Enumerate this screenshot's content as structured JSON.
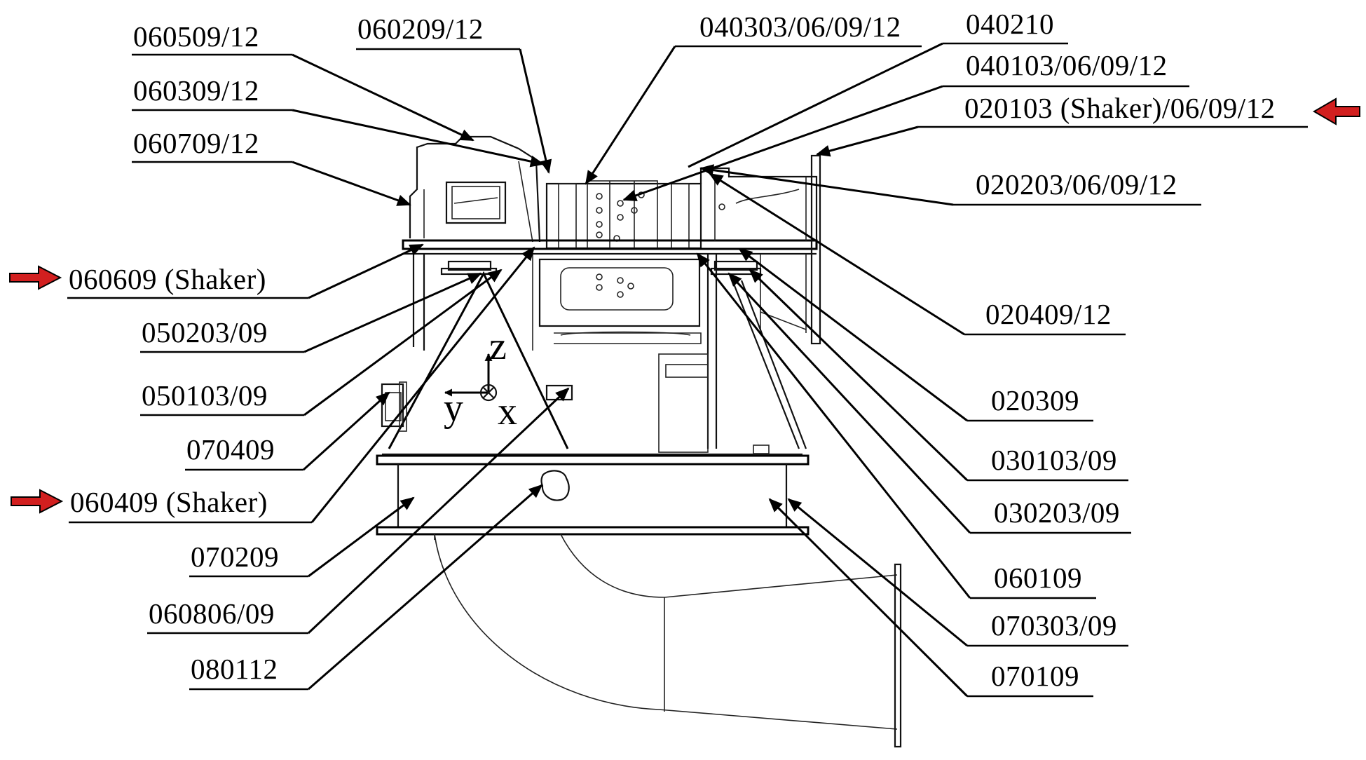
{
  "labels": [
    {
      "id": "060509_12",
      "text": "060509/12"
    },
    {
      "id": "060209_12",
      "text": "060209/12"
    },
    {
      "id": "040303_06_09_12",
      "text": "040303/06/09/12"
    },
    {
      "id": "040210",
      "text": "040210"
    },
    {
      "id": "040103_06_09_12",
      "text": "040103/06/09/12"
    },
    {
      "id": "060309_12",
      "text": "060309/12"
    },
    {
      "id": "020103_shaker",
      "text": "020103 (Shaker)/06/09/12"
    },
    {
      "id": "060709_12",
      "text": "060709/12"
    },
    {
      "id": "020203_06_09_12",
      "text": "020203/06/09/12"
    },
    {
      "id": "060609_shaker",
      "text": "060609 (Shaker)"
    },
    {
      "id": "050203_09",
      "text": "050203/09"
    },
    {
      "id": "020409_12",
      "text": "020409/12"
    },
    {
      "id": "050103_09",
      "text": "050103/09"
    },
    {
      "id": "020309",
      "text": "020309"
    },
    {
      "id": "070409",
      "text": "070409"
    },
    {
      "id": "030103_09",
      "text": "030103/09"
    },
    {
      "id": "060409_shaker",
      "text": "060409 (Shaker)"
    },
    {
      "id": "030203_09",
      "text": "030203/09"
    },
    {
      "id": "070209",
      "text": "070209"
    },
    {
      "id": "060109",
      "text": "060109"
    },
    {
      "id": "070303_09",
      "text": "070303/09"
    },
    {
      "id": "060806_09",
      "text": "060806/09"
    },
    {
      "id": "080112",
      "text": "080112"
    },
    {
      "id": "070109",
      "text": "070109"
    }
  ],
  "axes": {
    "z": "z",
    "y": "y",
    "x": "x"
  },
  "colors": {
    "line": "#000000",
    "highlight_arrow": "#d21f1f"
  },
  "highlighted": [
    "060609_shaker",
    "060409_shaker",
    "020103_shaker"
  ]
}
